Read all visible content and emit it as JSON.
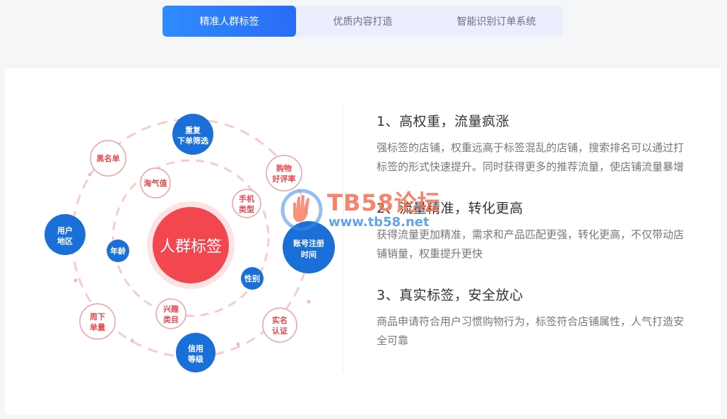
{
  "tabs": [
    {
      "label": "精准人群标签",
      "active": true
    },
    {
      "label": "优质内容打造",
      "active": false
    },
    {
      "label": "智能识别订单系统",
      "active": false
    }
  ],
  "diagram": {
    "center_label": "人群标签",
    "nodes": {
      "repeat_order": [
        "重复",
        "下单筛选"
      ],
      "blacklist": "黑名单",
      "shopping_review": [
        "购物",
        "好评率"
      ],
      "taoqi": "淘气值",
      "phone_type": [
        "手机",
        "类型"
      ],
      "user_region": [
        "用户",
        "地区"
      ],
      "age": "年龄",
      "account_time": [
        "账号注册",
        "时间"
      ],
      "gender": "性别",
      "weekly_orders": [
        "周下",
        "单量"
      ],
      "interest": [
        "兴趣",
        "类目"
      ],
      "realname": [
        "实名",
        "认证"
      ],
      "credit_level": [
        "信用",
        "等级"
      ]
    }
  },
  "features": [
    {
      "title": "1、高权重，流量疯涨",
      "desc": "强标签的店铺，权重远高于标签混乱的店铺，搜索排名可以通过打标签的形式快速提升。同时获得更多的推荐流量，使店铺流量暴增"
    },
    {
      "title": "2、流量精准，转化更高",
      "desc": "获得流量更加精准，需求和产品匹配更强，转化更高，不仅带动店铺销量，权重提升更快"
    },
    {
      "title": "3、真实标签，安全放心",
      "desc": "商品申请符合用户习惯购物行为，标签符合店铺属性，人气打造安全可靠"
    }
  ],
  "watermark": {
    "title": "TB58论坛",
    "url": "www.tb58.net"
  },
  "colors": {
    "accent_blue": "#1a6fd8",
    "center_red": "#f2474f",
    "ring_pink": "#f6c3c3",
    "node_red_text": "#e8494f"
  }
}
